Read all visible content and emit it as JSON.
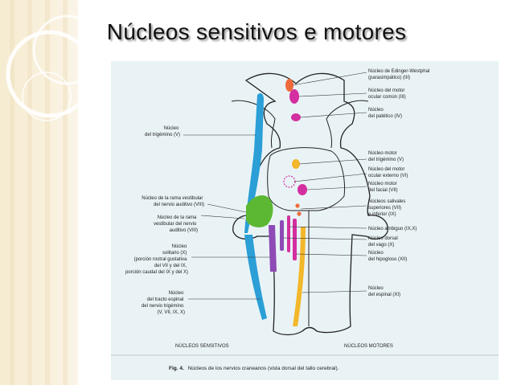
{
  "slide": {
    "title": "Núcleos sensitivos e motores"
  },
  "figure": {
    "caption_bold": "Fig. 4.",
    "caption_text": "Núcleos de los nervios craneanos (vista dorsal del tallo cerebral).",
    "footer_sensory": "NÚCLEOS SENSITIVOS",
    "footer_motor": "NÚCLEOS MOTORES",
    "colors": {
      "background": "#e9f3f6",
      "sensory_blue": "#2b9fd6",
      "green": "#5cb832",
      "magenta": "#d42fa0",
      "purple": "#8e4ab5",
      "yellow": "#f2b72a",
      "orange": "#ee6a3c"
    },
    "left_labels": [
      {
        "lines": [
          "Núcleo",
          "del trigémino (V)"
        ]
      },
      {
        "lines": [
          "Núcleo de la rama vestibular",
          "del nervio auditivo (VIII)"
        ]
      },
      {
        "lines": [
          "Núcleo de la rama",
          "vestibular del nervio",
          "auditivo (VIII)"
        ]
      },
      {
        "lines": [
          "Núcleo",
          "solitario (X)",
          "(porción rostral gustativa",
          "del VII y del IX,",
          "porción caudal del IX y del X)"
        ]
      },
      {
        "lines": [
          "Núcleo",
          "del tracto espinal",
          "del nervio trigémino",
          "(V, VII, IX, X)"
        ]
      }
    ],
    "right_labels": [
      {
        "lines": [
          "Núcleo de Edinger-Westphal",
          "(parasimpático) (III)"
        ]
      },
      {
        "lines": [
          "Núcleo del motor",
          "ocular común (III)"
        ]
      },
      {
        "lines": [
          "Núcleo",
          "del patético (IV)"
        ]
      },
      {
        "lines": [
          "Núcleo motor",
          "del trigémino (V)"
        ]
      },
      {
        "lines": [
          "Núcleo del motor",
          "ocular externo (VI)"
        ]
      },
      {
        "lines": [
          "Núcleo motor",
          "del facial (VII)"
        ]
      },
      {
        "lines": [
          "Núcleos salivales",
          "superiores (VII)",
          "e inferior (IX)"
        ]
      },
      {
        "lines": [
          "Núcleo ambiguo (IX,X)"
        ]
      },
      {
        "lines": [
          "Núcleo dorsal",
          "del vago (X)"
        ]
      },
      {
        "lines": [
          "Núcleo",
          "del hipogloso (XII)"
        ]
      },
      {
        "lines": [
          "Núcleo",
          "del espinal (XI)"
        ]
      }
    ]
  }
}
